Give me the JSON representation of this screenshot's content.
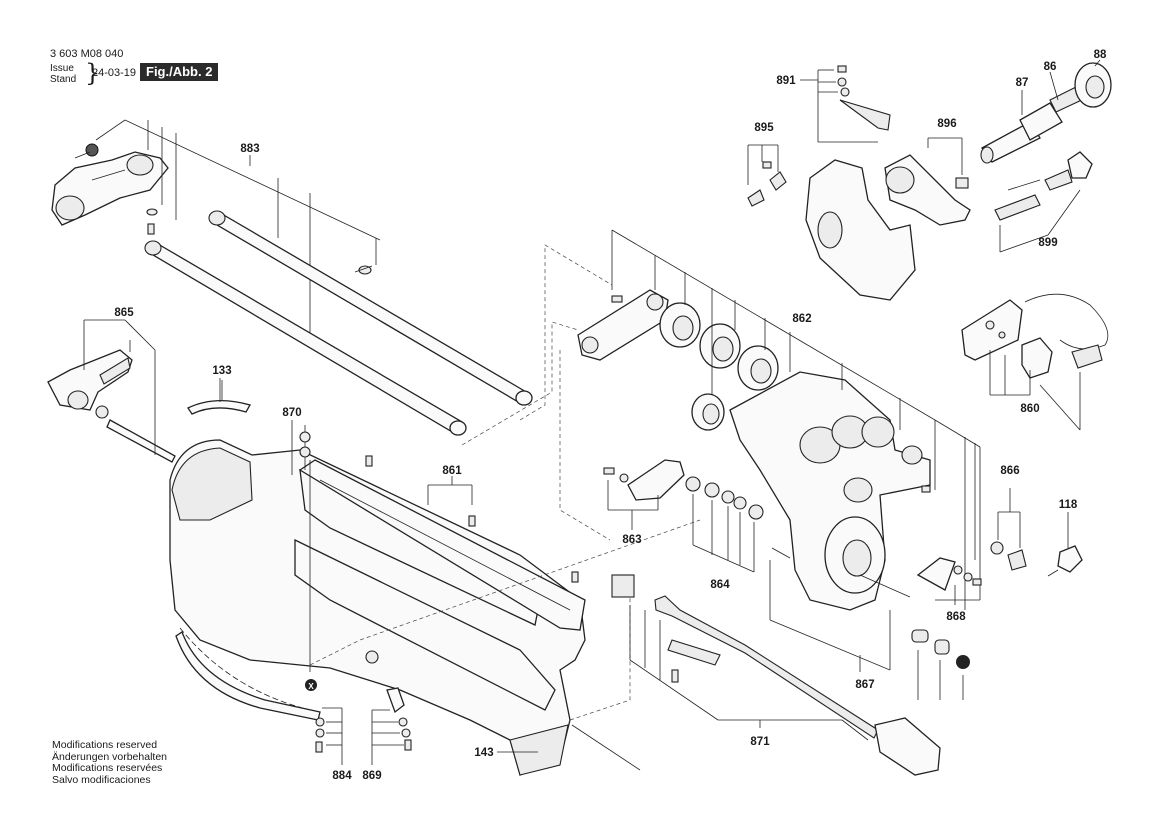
{
  "header": {
    "doc_number": "3 603 M08 040",
    "issue_label": "Issue",
    "stand_label": "Stand",
    "date": "24-03-19",
    "figure": "Fig./Abb. 2"
  },
  "footer": {
    "lines": [
      "Modifications reserved",
      "Änderungen vorbehalten",
      "Modifications reservées",
      "Salvo modificaciones"
    ]
  },
  "callouts": {
    "c883": "883",
    "c865": "865",
    "c133": "133",
    "c870": "870",
    "c861": "861",
    "c884": "884",
    "c869": "869",
    "c143": "143",
    "c891": "891",
    "c895": "895",
    "c896": "896",
    "c87": "87",
    "c86": "86",
    "c88": "88",
    "c899": "899",
    "c862": "862",
    "c860": "860",
    "c863": "863",
    "c864": "864",
    "c866": "866",
    "c118": "118",
    "c868": "868",
    "c867": "867",
    "c871": "871",
    "cx": "X"
  }
}
